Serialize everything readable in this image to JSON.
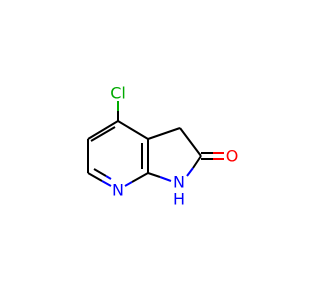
{
  "molecule": {
    "atoms": {
      "chlorine": {
        "label": "Cl",
        "color": "#00aa00"
      },
      "oxygen": {
        "label": "O",
        "color": "#ff0000"
      },
      "pyridine_nitrogen": {
        "label": "N",
        "color": "#0000ff"
      },
      "amide_nitrogen": {
        "label": "N",
        "color": "#0000ff"
      },
      "amide_hydrogen": {
        "label": "H",
        "color": "#0000ff"
      }
    }
  }
}
